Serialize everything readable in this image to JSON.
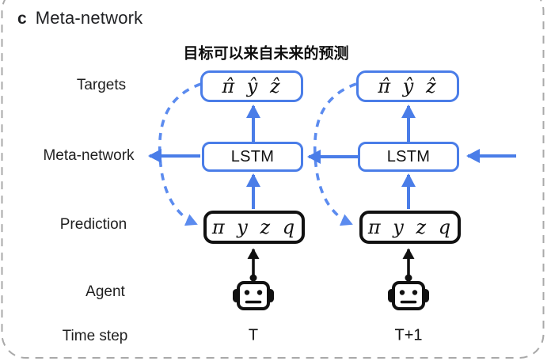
{
  "panel": {
    "label": "c",
    "title": "Meta-network"
  },
  "caption": "目标可以来自未来的预测",
  "rows": {
    "targets": "Targets",
    "meta": "Meta-network",
    "prediction": "Prediction",
    "agent": "Agent",
    "time": "Time step"
  },
  "columns": [
    {
      "targets_math": "π̂ ŷ ẑ",
      "meta": "LSTM",
      "prediction_math": "π y z q",
      "time": "T"
    },
    {
      "targets_math": "π̂ ŷ ẑ",
      "meta": "LSTM",
      "prediction_math": "π y z q",
      "time": "T+1"
    }
  ],
  "icons": {
    "agent": "robot-icon",
    "solid_arrows": "blue-arrow",
    "feedback_arrows": "dashed-blue-arrow",
    "agent_arrows": "black-arrow"
  },
  "colors": {
    "accent_blue": "#4a7de8",
    "dashed_blue": "#5b8bef",
    "node_black": "#111111",
    "border_gray": "#a9a9a9",
    "text": "#202124",
    "background": "#ffffff"
  }
}
